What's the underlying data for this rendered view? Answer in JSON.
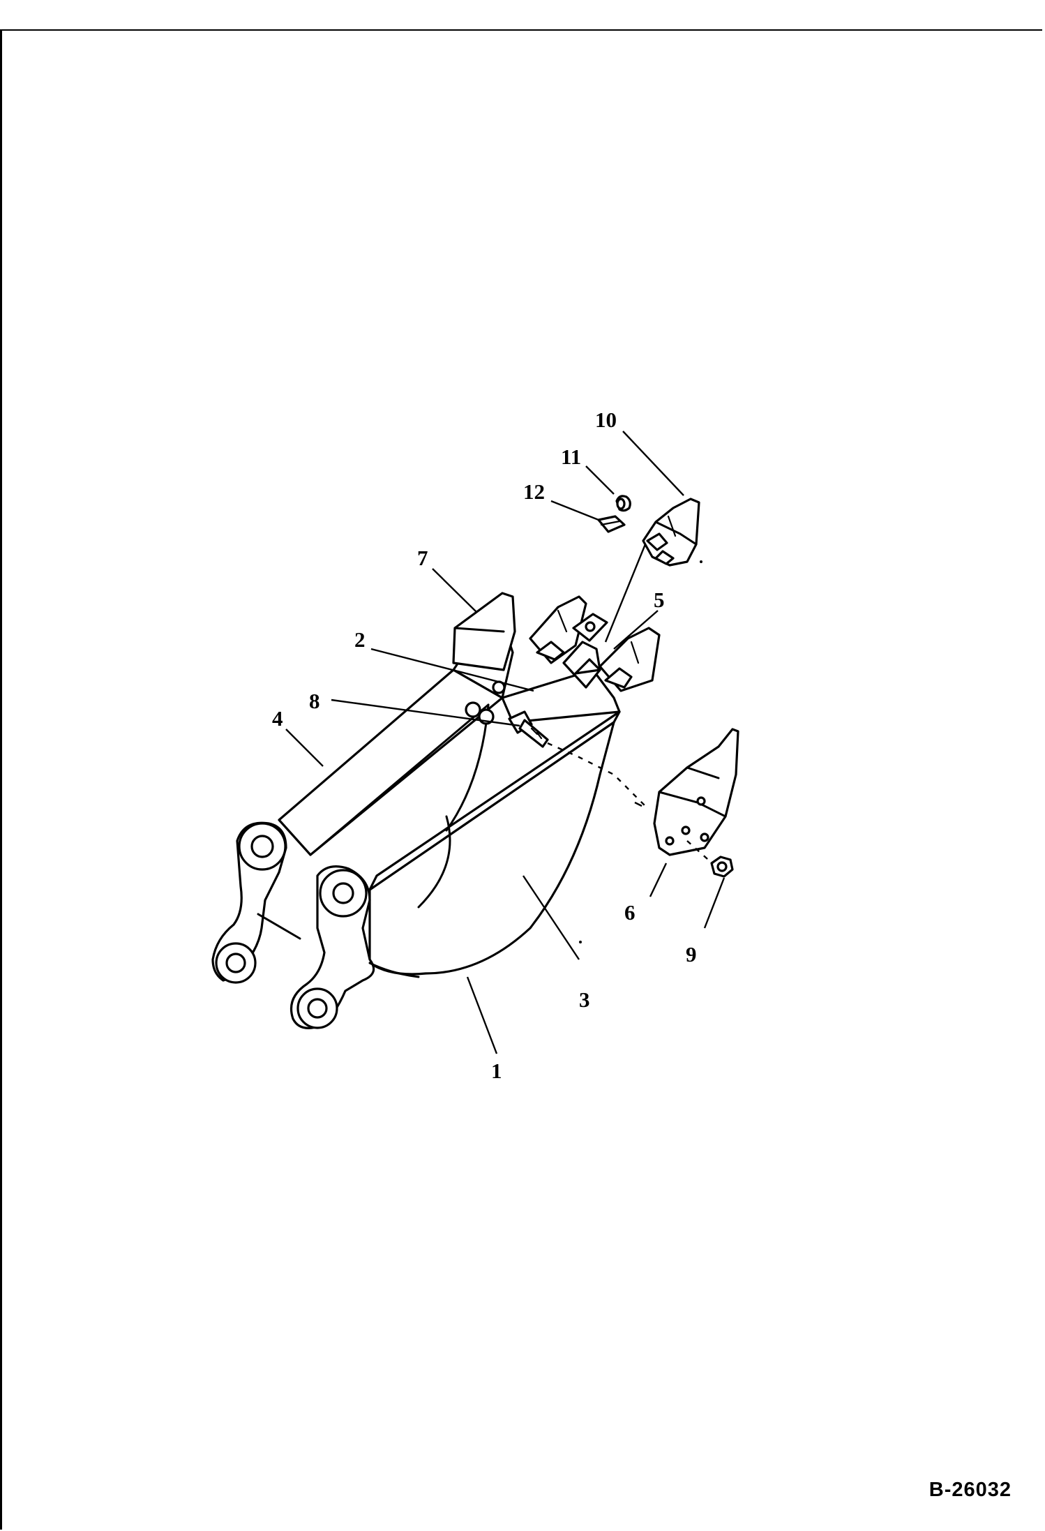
{
  "drawing_code": "B-26032",
  "callouts": [
    {
      "id": "c1",
      "label": "1"
    },
    {
      "id": "c2",
      "label": "2"
    },
    {
      "id": "c3",
      "label": "3"
    },
    {
      "id": "c4",
      "label": "4"
    },
    {
      "id": "c5",
      "label": "5"
    },
    {
      "id": "c6",
      "label": "6"
    },
    {
      "id": "c7",
      "label": "7"
    },
    {
      "id": "c8",
      "label": "8"
    },
    {
      "id": "c9",
      "label": "9"
    },
    {
      "id": "c10",
      "label": "10"
    },
    {
      "id": "c11",
      "label": "11"
    },
    {
      "id": "c12",
      "label": "12"
    }
  ]
}
